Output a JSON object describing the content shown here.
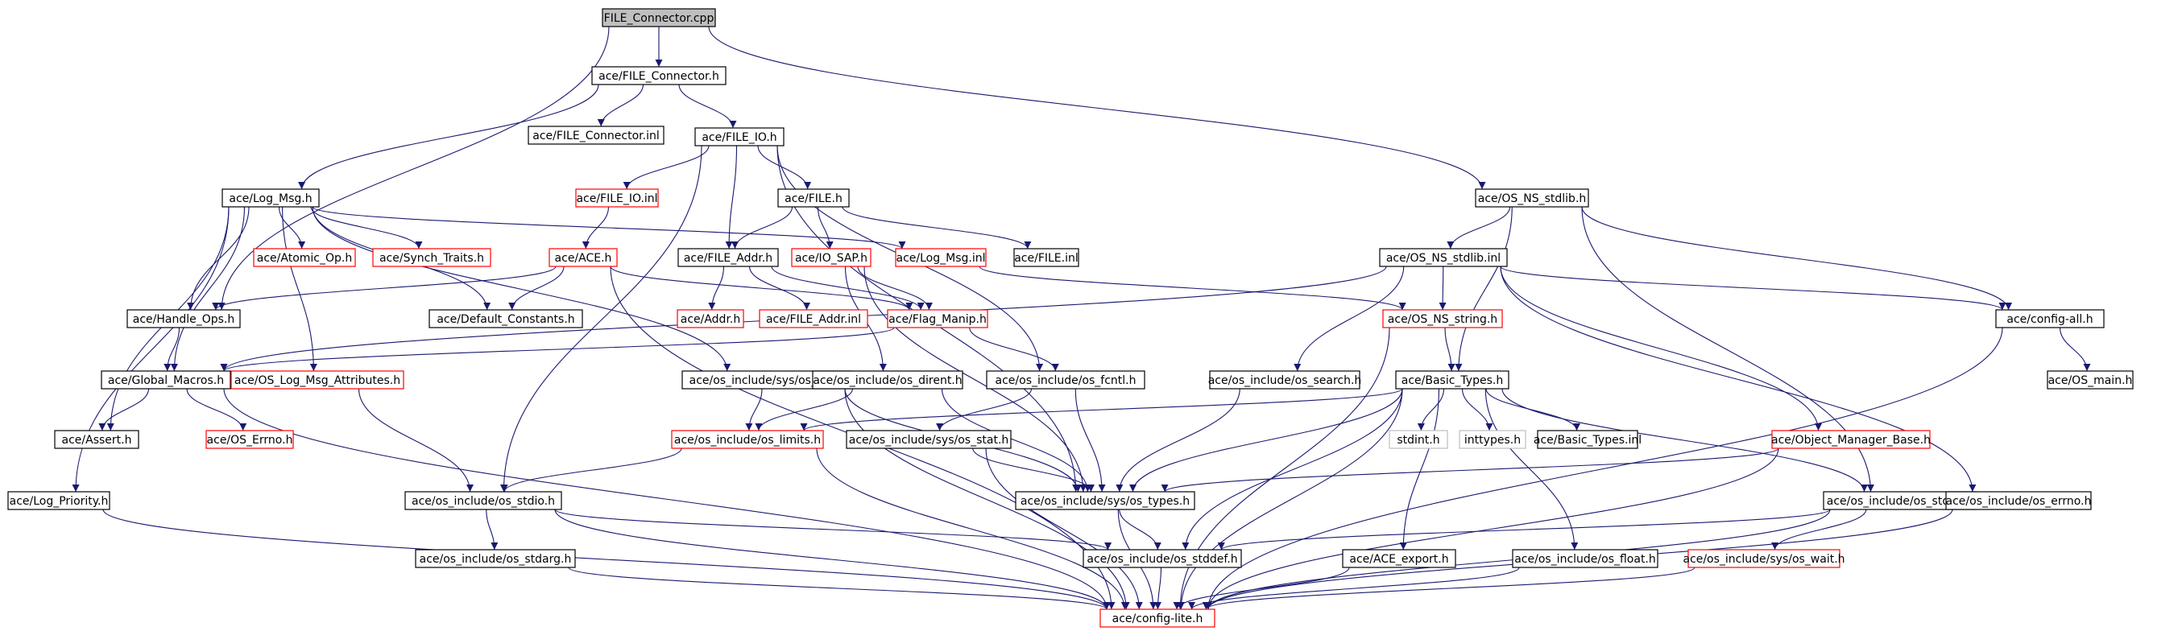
{
  "colors": {
    "edge": "#191970",
    "border_normal": "#000000",
    "border_red": "#ff0000",
    "border_gray": "#bfbfbf",
    "fill_root": "#bfbfbf",
    "fill_normal": "#ffffff",
    "text": "#000000"
  },
  "nodes": [
    {
      "id": "n0",
      "label": "FILE_Connector.cpp",
      "style": "root"
    },
    {
      "id": "n1",
      "label": "ace/FILE_Connector.h",
      "style": "normal"
    },
    {
      "id": "n2",
      "label": "ace/FILE_Connector.inl",
      "style": "normal"
    },
    {
      "id": "n3",
      "label": "ace/FILE_IO.h",
      "style": "normal"
    },
    {
      "id": "n4",
      "label": "ace/Log_Msg.h",
      "style": "normal"
    },
    {
      "id": "n5",
      "label": "ace/FILE_IO.inl",
      "style": "red"
    },
    {
      "id": "n6",
      "label": "ace/FILE.h",
      "style": "normal"
    },
    {
      "id": "n7",
      "label": "ace/OS_NS_stdlib.h",
      "style": "normal"
    },
    {
      "id": "n8",
      "label": "ace/Atomic_Op.h",
      "style": "red"
    },
    {
      "id": "n9",
      "label": "ace/Synch_Traits.h",
      "style": "red"
    },
    {
      "id": "n10",
      "label": "ace/ACE.h",
      "style": "red"
    },
    {
      "id": "n11",
      "label": "ace/FILE_Addr.h",
      "style": "normal"
    },
    {
      "id": "n12",
      "label": "ace/IO_SAP.h",
      "style": "red"
    },
    {
      "id": "n13",
      "label": "ace/Log_Msg.inl",
      "style": "red"
    },
    {
      "id": "n14",
      "label": "ace/FILE.inl",
      "style": "normal"
    },
    {
      "id": "n15",
      "label": "ace/OS_NS_stdlib.inl",
      "style": "normal"
    },
    {
      "id": "n16",
      "label": "ace/Handle_Ops.h",
      "style": "normal"
    },
    {
      "id": "n17",
      "label": "ace/Default_Constants.h",
      "style": "normal"
    },
    {
      "id": "n18",
      "label": "ace/Addr.h",
      "style": "red"
    },
    {
      "id": "n19",
      "label": "ace/FILE_Addr.inl",
      "style": "red"
    },
    {
      "id": "n20",
      "label": "ace/Flag_Manip.h",
      "style": "red"
    },
    {
      "id": "n21",
      "label": "ace/OS_NS_string.h",
      "style": "red"
    },
    {
      "id": "n22",
      "label": "ace/config-all.h",
      "style": "normal"
    },
    {
      "id": "n23",
      "label": "ace/Global_Macros.h",
      "style": "normal"
    },
    {
      "id": "n24",
      "label": "ace/OS_Log_Msg_Attributes.h",
      "style": "red"
    },
    {
      "id": "n25",
      "label": "ace/os_include/sys/os_uio.h",
      "style": "normal"
    },
    {
      "id": "n26",
      "label": "ace/os_include/os_dirent.h",
      "style": "normal"
    },
    {
      "id": "n27",
      "label": "ace/os_include/os_fcntl.h",
      "style": "normal"
    },
    {
      "id": "n28",
      "label": "ace/os_include/os_search.h",
      "style": "normal"
    },
    {
      "id": "n29",
      "label": "ace/Basic_Types.h",
      "style": "normal"
    },
    {
      "id": "n30",
      "label": "ace/OS_main.h",
      "style": "normal"
    },
    {
      "id": "n31",
      "label": "ace/Assert.h",
      "style": "normal"
    },
    {
      "id": "n32",
      "label": "ace/OS_Errno.h",
      "style": "red"
    },
    {
      "id": "n33",
      "label": "ace/os_include/os_limits.h",
      "style": "red"
    },
    {
      "id": "n34",
      "label": "ace/os_include/sys/os_stat.h",
      "style": "normal"
    },
    {
      "id": "n35",
      "label": "stdint.h",
      "style": "gray"
    },
    {
      "id": "n36",
      "label": "inttypes.h",
      "style": "gray"
    },
    {
      "id": "n37",
      "label": "ace/Basic_Types.inl",
      "style": "normal"
    },
    {
      "id": "n38",
      "label": "ace/Object_Manager_Base.h",
      "style": "red"
    },
    {
      "id": "n39",
      "label": "ace/Log_Priority.h",
      "style": "normal"
    },
    {
      "id": "n40",
      "label": "ace/os_include/os_stdio.h",
      "style": "normal"
    },
    {
      "id": "n41",
      "label": "ace/os_include/sys/os_types.h",
      "style": "normal"
    },
    {
      "id": "n42",
      "label": "ace/os_include/os_stdlib.h",
      "style": "normal"
    },
    {
      "id": "n43",
      "label": "ace/os_include/os_errno.h",
      "style": "normal"
    },
    {
      "id": "n44",
      "label": "ace/os_include/os_stdarg.h",
      "style": "normal"
    },
    {
      "id": "n45",
      "label": "ace/os_include/os_stddef.h",
      "style": "normal"
    },
    {
      "id": "n46",
      "label": "ace/ACE_export.h",
      "style": "normal"
    },
    {
      "id": "n47",
      "label": "ace/os_include/os_float.h",
      "style": "normal"
    },
    {
      "id": "n48",
      "label": "ace/os_include/sys/os_wait.h",
      "style": "red"
    },
    {
      "id": "n49",
      "label": "ace/config-lite.h",
      "style": "red"
    }
  ],
  "edges": [
    [
      "n0",
      "n1"
    ],
    [
      "n0",
      "n16"
    ],
    [
      "n0",
      "n7"
    ],
    [
      "n1",
      "n2"
    ],
    [
      "n1",
      "n3"
    ],
    [
      "n1",
      "n4"
    ],
    [
      "n3",
      "n5"
    ],
    [
      "n3",
      "n6"
    ],
    [
      "n3",
      "n11"
    ],
    [
      "n3",
      "n27"
    ],
    [
      "n3",
      "n40"
    ],
    [
      "n3",
      "n41"
    ],
    [
      "n5",
      "n10"
    ],
    [
      "n6",
      "n11"
    ],
    [
      "n6",
      "n12"
    ],
    [
      "n6",
      "n14"
    ],
    [
      "n4",
      "n8"
    ],
    [
      "n4",
      "n9"
    ],
    [
      "n4",
      "n13"
    ],
    [
      "n4",
      "n17"
    ],
    [
      "n4",
      "n16"
    ],
    [
      "n4",
      "n23"
    ],
    [
      "n4",
      "n24"
    ],
    [
      "n4",
      "n31"
    ],
    [
      "n4",
      "n39"
    ],
    [
      "n4",
      "n25"
    ],
    [
      "n10",
      "n16"
    ],
    [
      "n10",
      "n17"
    ],
    [
      "n10",
      "n20"
    ],
    [
      "n10",
      "n49"
    ],
    [
      "n11",
      "n18"
    ],
    [
      "n11",
      "n19"
    ],
    [
      "n11",
      "n20"
    ],
    [
      "n12",
      "n20"
    ],
    [
      "n12",
      "n26"
    ],
    [
      "n12",
      "n41"
    ],
    [
      "n13",
      "n21"
    ],
    [
      "n16",
      "n23"
    ],
    [
      "n20",
      "n23"
    ],
    [
      "n20",
      "n27"
    ],
    [
      "n7",
      "n15"
    ],
    [
      "n7",
      "n22"
    ],
    [
      "n7",
      "n29"
    ],
    [
      "n7",
      "n42"
    ],
    [
      "n15",
      "n21"
    ],
    [
      "n15",
      "n22"
    ],
    [
      "n15",
      "n23"
    ],
    [
      "n15",
      "n28"
    ],
    [
      "n15",
      "n38"
    ],
    [
      "n15",
      "n43"
    ],
    [
      "n21",
      "n29"
    ],
    [
      "n21",
      "n49"
    ],
    [
      "n22",
      "n30"
    ],
    [
      "n22",
      "n49"
    ],
    [
      "n23",
      "n31"
    ],
    [
      "n23",
      "n32"
    ],
    [
      "n23",
      "n49"
    ],
    [
      "n24",
      "n40"
    ],
    [
      "n25",
      "n33"
    ],
    [
      "n25",
      "n41"
    ],
    [
      "n25",
      "n49"
    ],
    [
      "n26",
      "n33"
    ],
    [
      "n26",
      "n41"
    ],
    [
      "n27",
      "n34"
    ],
    [
      "n27",
      "n41"
    ],
    [
      "n28",
      "n41"
    ],
    [
      "n29",
      "n35"
    ],
    [
      "n29",
      "n36"
    ],
    [
      "n29",
      "n37"
    ],
    [
      "n29",
      "n33"
    ],
    [
      "n29",
      "n41"
    ],
    [
      "n29",
      "n45"
    ],
    [
      "n29",
      "n46"
    ],
    [
      "n29",
      "n47"
    ],
    [
      "n29",
      "n42"
    ],
    [
      "n29",
      "n49"
    ],
    [
      "n33",
      "n40"
    ],
    [
      "n33",
      "n49"
    ],
    [
      "n34",
      "n41"
    ],
    [
      "n34",
      "n49"
    ],
    [
      "n38",
      "n41"
    ],
    [
      "n38",
      "n49"
    ],
    [
      "n39",
      "n49"
    ],
    [
      "n40",
      "n44"
    ],
    [
      "n40",
      "n45"
    ],
    [
      "n40",
      "n49"
    ],
    [
      "n41",
      "n45"
    ],
    [
      "n41",
      "n49"
    ],
    [
      "n42",
      "n45"
    ],
    [
      "n42",
      "n48"
    ],
    [
      "n42",
      "n49"
    ],
    [
      "n43",
      "n49"
    ],
    [
      "n44",
      "n49"
    ],
    [
      "n45",
      "n49"
    ],
    [
      "n46",
      "n49"
    ],
    [
      "n47",
      "n49"
    ],
    [
      "n48",
      "n49"
    ]
  ]
}
